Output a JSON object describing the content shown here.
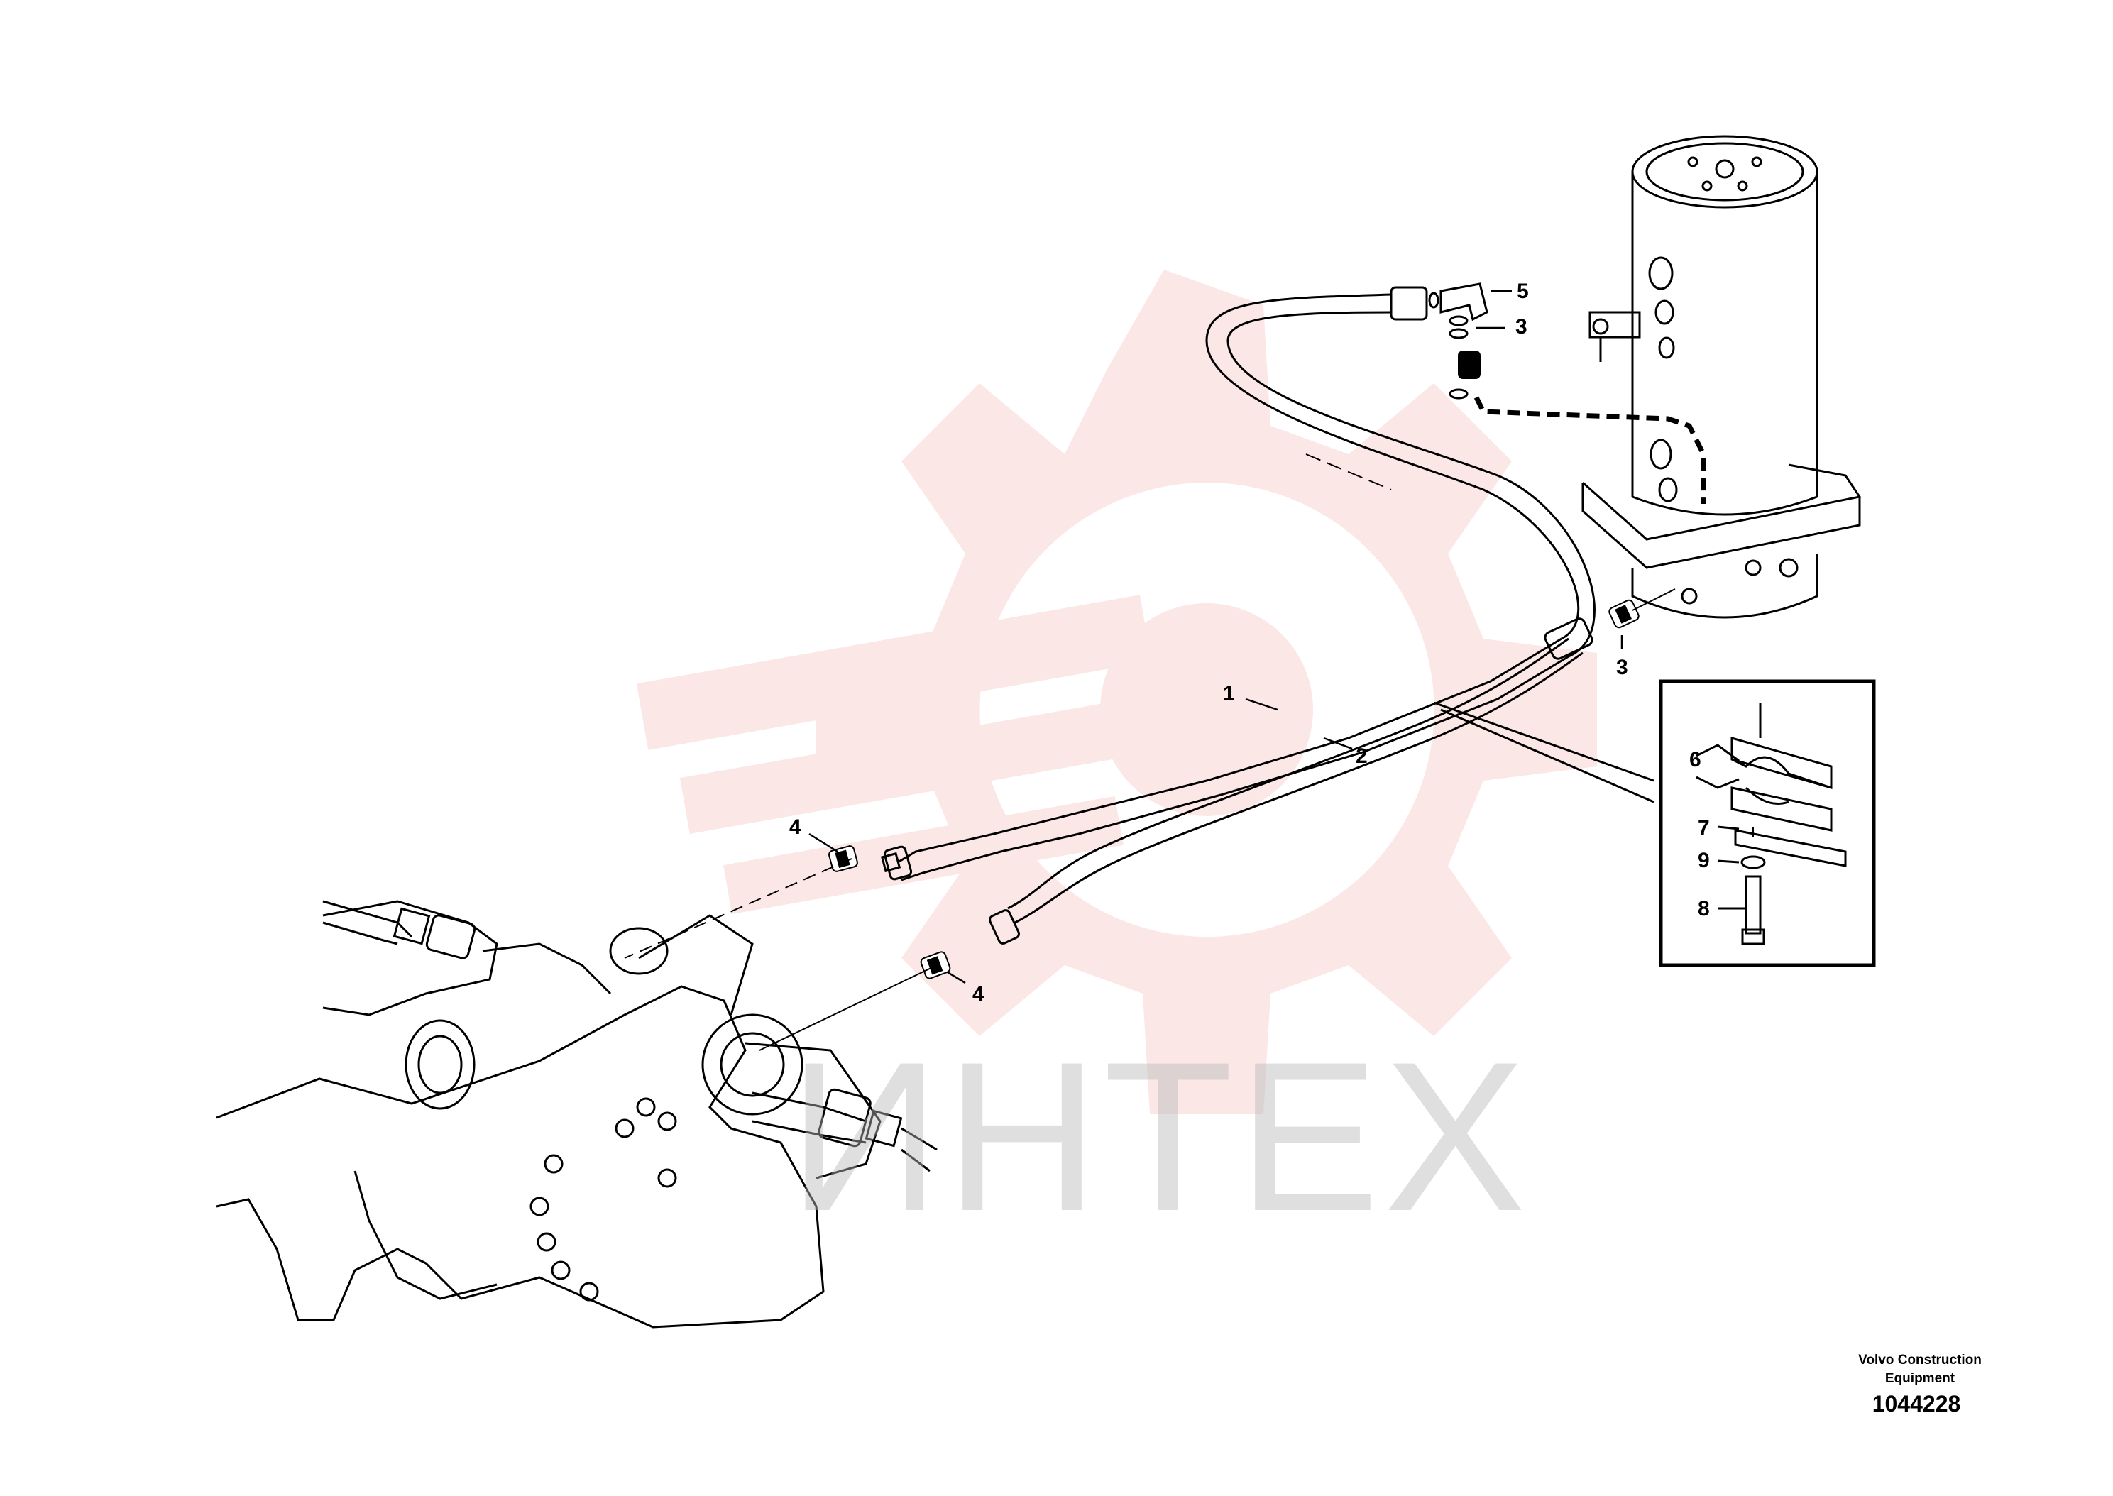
{
  "callouts": {
    "c1": "1",
    "c2": "2",
    "c3a": "3",
    "c3b": "3",
    "c4a": "4",
    "c4b": "4",
    "c5": "5",
    "c6": "6",
    "c7": "7",
    "c8": "8",
    "c9": "9"
  },
  "footer": {
    "brand_line1": "Volvo Construction",
    "brand_line2": "Equipment",
    "document_number": "1044228"
  },
  "watermark": {
    "text": "ИНТЕХ",
    "color": "#f5b5b5"
  }
}
